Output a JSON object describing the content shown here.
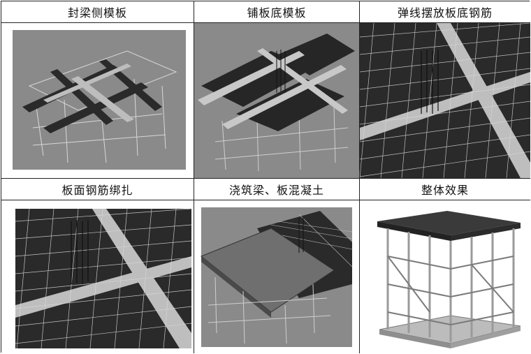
{
  "captions": [
    "封梁侧模板",
    "铺板底模板",
    "弹线摆放板底钢筋",
    "板面钢筋绑扎",
    "浇筑梁、板混凝土",
    "整体效果"
  ],
  "images": [
    "side-formwork-render",
    "bottom-formwork-render",
    "bottom-rebar-render",
    "top-rebar-render",
    "concrete-pour-render",
    "overall-scaffold-render"
  ],
  "colors": {
    "border": "#222222",
    "render_bg": "#8a8a8a",
    "formwork": "#2b2b2b",
    "rebar": "#d9d9d9"
  }
}
